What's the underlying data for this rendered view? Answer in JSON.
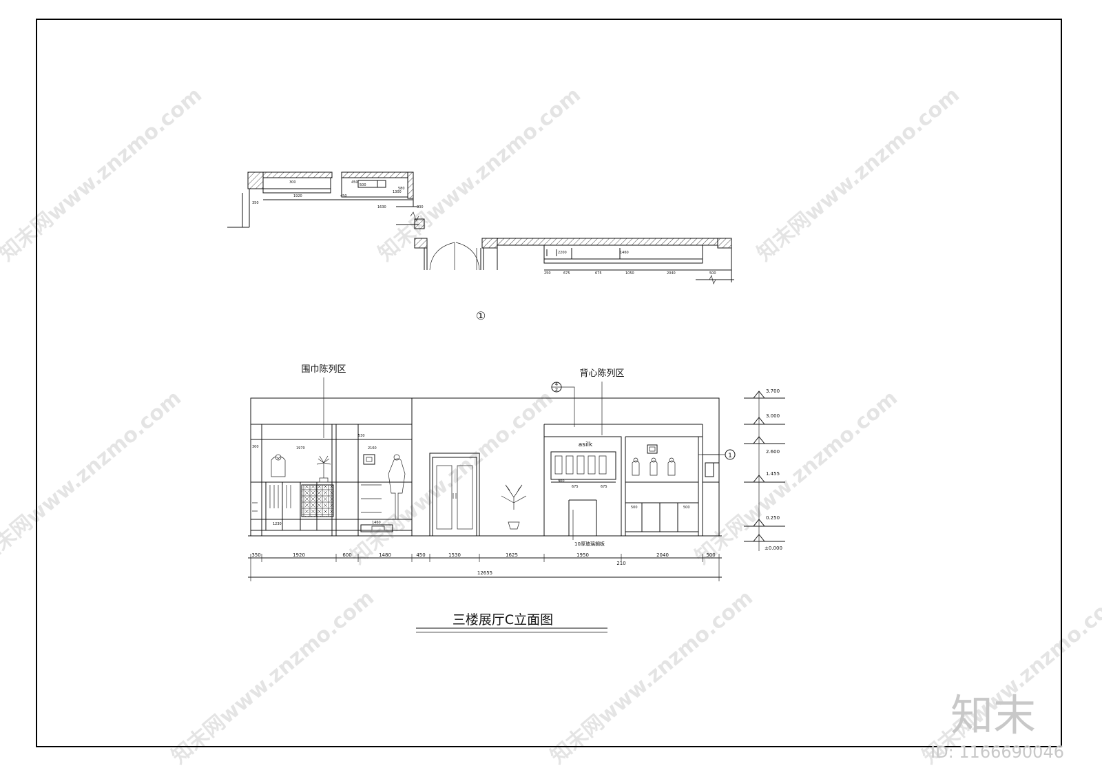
{
  "plan": {
    "dims_top": [
      "350",
      "1920",
      "450",
      "1630",
      "330",
      "580",
      "500"
    ],
    "dims_plan_right": [
      "250",
      "675",
      "675",
      "1050",
      "2040",
      "500"
    ],
    "dims_small": [
      "300",
      "450",
      "2200",
      "1460",
      "1300"
    ],
    "section_marker": "①"
  },
  "elevation": {
    "zone_left": "围巾陈列区",
    "zone_right": "背心陈列区",
    "callout_top": "4",
    "callout_bottom": "2",
    "callout_side": "1",
    "brand_sign": "asilk",
    "note": "10厚玻璃搁板",
    "levels": [
      "3.700",
      "3.000",
      "2.600",
      "1.455",
      "0.250",
      "±0.000"
    ],
    "dims_bottom": [
      "350",
      "1920",
      "600",
      "1480",
      "450",
      "1530",
      "1625",
      "1950",
      "2040",
      "500"
    ],
    "dim_extra": "210",
    "dim_total": "12655",
    "inner_dims": [
      "1970",
      "2160",
      "900",
      "675",
      "675",
      "500",
      "500",
      "300",
      "530",
      "1230",
      "1460"
    ],
    "title": "三楼展厅C立面图"
  },
  "watermark": {
    "site": "知末网www.znzmo.com",
    "logo": "知末",
    "id": "ID: 1166690046"
  }
}
